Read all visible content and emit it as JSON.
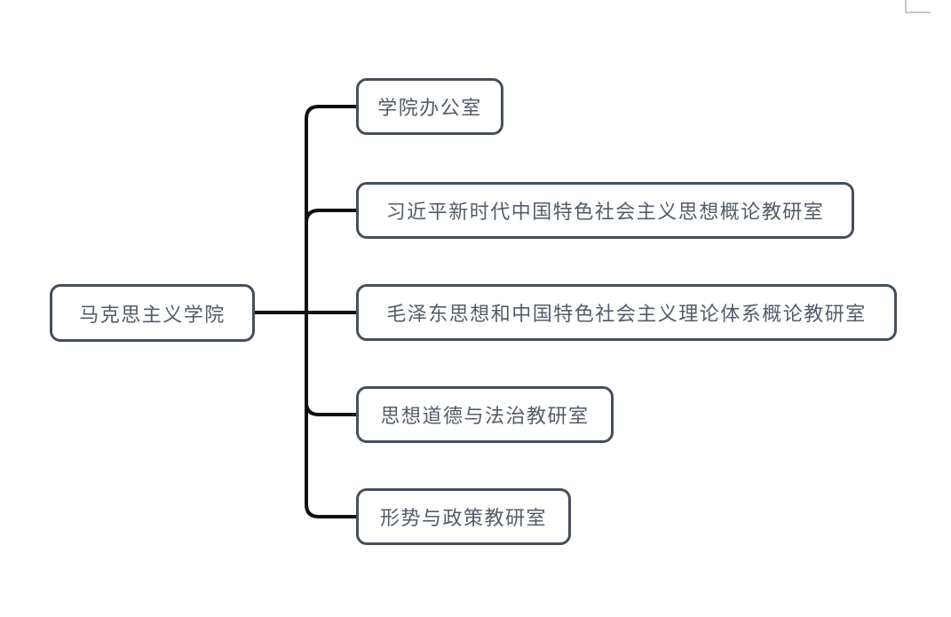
{
  "diagram": {
    "root": {
      "label": "马克思主义学院"
    },
    "children": [
      {
        "label": "学院办公室"
      },
      {
        "label": "习近平新时代中国特色社会主义思想概论教研室"
      },
      {
        "label": "毛泽东思想和中国特色社会主义理论体系概论教研室"
      },
      {
        "label": "思想道德与法治教研室"
      },
      {
        "label": "形势与政策教研室"
      }
    ],
    "colors": {
      "node_border": "#454f5b",
      "node_text": "#525c69",
      "node_fill": "#ffffff",
      "connector": "#111111",
      "background": "#ffffff",
      "partial_panel_border": "#c6c6c6"
    }
  }
}
